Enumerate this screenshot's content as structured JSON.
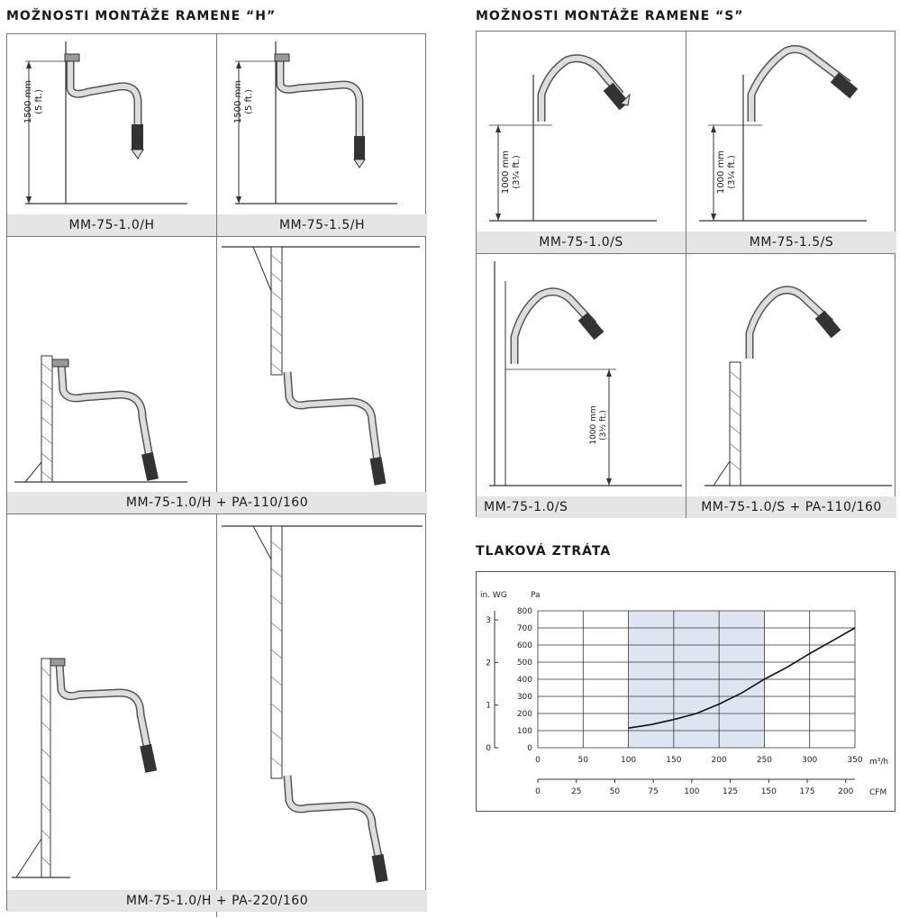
{
  "headings": {
    "h_title": "MOŽNOSTI MONTÁŽE RAMENE “H”",
    "s_title": "MOŽNOSTI MONTÁŽE RAMENE “S”",
    "chart_title": "TLAKOVÁ ZTRÁTA"
  },
  "h_panel": {
    "captions": [
      "MM-75-1.0/H",
      "MM-75-1.5/H",
      "MM-75-1.0/H + PA-110/160",
      "MM-75-1.0/H + PA-220/160"
    ],
    "dim_1500_mm": "1500 mm",
    "dim_1500_ft": "(5 ft.)"
  },
  "s_panel": {
    "captions": [
      "MM-75-1.0/S",
      "MM-75-1.5/S",
      "MM-75-1.0/S",
      "MM-75-1.0/S + PA-110/160"
    ],
    "dim_1000_mm": "1000 mm",
    "dim_1000_ft": "(3¼ ft.)",
    "dim_1000_ft_b": "(3½ ft.)"
  },
  "chart_data": {
    "type": "line",
    "title": "TLAKOVÁ ZTRÁTA",
    "left_unit_label": "in. WG",
    "pa_unit_label": "Pa",
    "x_unit_label": "m³/h",
    "x2_unit_label": "CFM",
    "xlim": [
      0,
      350
    ],
    "ylim": [
      0,
      800
    ],
    "x_ticks": [
      "0",
      "50",
      "100",
      "150",
      "200",
      "250",
      "300",
      "350"
    ],
    "y_ticks": [
      "0",
      "100",
      "200",
      "300",
      "400",
      "500",
      "600",
      "700",
      "800"
    ],
    "inwg_ticks": [
      "0",
      "1",
      "2",
      "3"
    ],
    "cfm_ticks": [
      "0",
      "25",
      "50",
      "75",
      "100",
      "125",
      "150",
      "175",
      "200"
    ],
    "highlight_range": [
      100,
      250
    ],
    "highlight_color": "#dde6f0",
    "grid": true,
    "series": [
      {
        "x": [
          100,
          125,
          150,
          175,
          200,
          225,
          250,
          275,
          300,
          325,
          350
        ],
        "y": [
          115,
          135,
          165,
          200,
          255,
          320,
          400,
          470,
          550,
          625,
          700
        ]
      }
    ]
  }
}
